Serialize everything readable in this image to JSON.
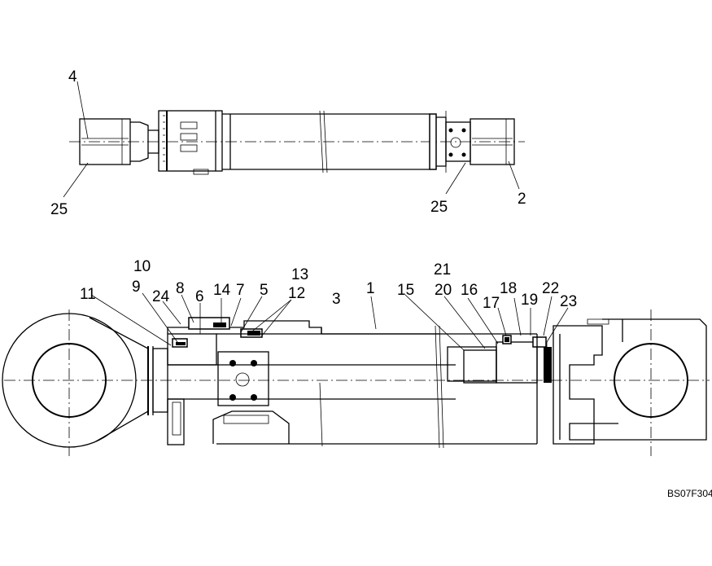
{
  "diagram": {
    "drawing_code": "BS07F304",
    "callouts_top": [
      {
        "id": "c-4",
        "text": "4"
      },
      {
        "id": "c-25a",
        "text": "25"
      },
      {
        "id": "c-25b",
        "text": "25"
      },
      {
        "id": "c-2",
        "text": "2"
      }
    ],
    "callouts_bottom": [
      {
        "id": "c-10",
        "text": "10"
      },
      {
        "id": "c-13",
        "text": "13"
      },
      {
        "id": "c-21",
        "text": "21"
      },
      {
        "id": "c-11",
        "text": "11"
      },
      {
        "id": "c-9",
        "text": "9"
      },
      {
        "id": "c-24",
        "text": "24"
      },
      {
        "id": "c-8",
        "text": "8"
      },
      {
        "id": "c-14",
        "text": "14"
      },
      {
        "id": "c-7",
        "text": "7"
      },
      {
        "id": "c-6",
        "text": "6"
      },
      {
        "id": "c-5",
        "text": "5"
      },
      {
        "id": "c-12",
        "text": "12"
      },
      {
        "id": "c-3",
        "text": "3"
      },
      {
        "id": "c-1",
        "text": "1"
      },
      {
        "id": "c-15",
        "text": "15"
      },
      {
        "id": "c-20",
        "text": "20"
      },
      {
        "id": "c-16",
        "text": "16"
      },
      {
        "id": "c-18",
        "text": "18"
      },
      {
        "id": "c-17",
        "text": "17"
      },
      {
        "id": "c-19",
        "text": "19"
      },
      {
        "id": "c-22",
        "text": "22"
      },
      {
        "id": "c-23",
        "text": "23"
      }
    ]
  }
}
